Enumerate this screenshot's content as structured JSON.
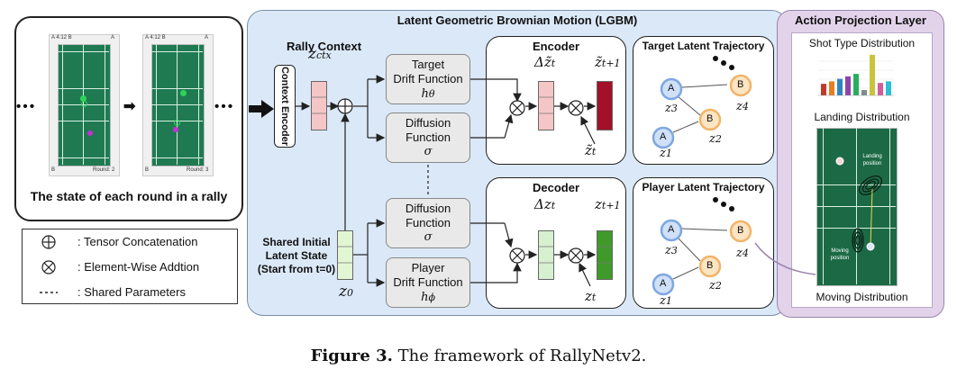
{
  "rally_panel": {
    "caption": "The state of each round in a rally",
    "ellipsis_left": "• • •",
    "ellipsis_right": "• • •",
    "court1": {
      "score": "A 4:12 B",
      "corner_tr": "A",
      "corner_bl": "B",
      "round": "Round: 2"
    },
    "court2": {
      "score": "A 4:12 B",
      "corner_tr": "A",
      "corner_bl": "B",
      "round": "Round: 3"
    }
  },
  "legend": {
    "items": [
      {
        "icon": "circle-plus-icon",
        "label": ": Tensor Concatenation"
      },
      {
        "icon": "circle-times-icon",
        "label": ": Element-Wise Addtion"
      },
      {
        "icon": "dashed-line-icon",
        "label": ": Shared Parameters"
      }
    ]
  },
  "lgbm": {
    "title": "Latent Geometric Brownian Motion (LGBM)",
    "rally_context": "Rally Context",
    "context_encoder": "Context Encoder",
    "z_ctx": "z",
    "z_ctx_sub": "ctx",
    "shared_state": [
      "Shared Initial",
      "Latent State",
      "(Start from t=0)"
    ],
    "z0": "z",
    "z0_sub": "0",
    "target_drift": [
      "Target",
      "Drift Function"
    ],
    "h_theta": "h",
    "h_theta_sub": "θ",
    "diffusion": [
      "Diffusion",
      "Function"
    ],
    "sigma": "σ",
    "player_drift": [
      "Player",
      "Drift Function"
    ],
    "h_phi": "h",
    "h_phi_sub": "ϕ",
    "encoder": {
      "title": "Encoder",
      "delta": "Δz̃",
      "delta_sub": "t",
      "next": "z̃",
      "next_sub": "t+1",
      "curr": "z̃",
      "curr_sub": "t"
    },
    "decoder": {
      "title": "Decoder",
      "delta": "Δz",
      "delta_sub": "t",
      "next": "z",
      "next_sub": "t+1",
      "curr": "z",
      "curr_sub": "t"
    },
    "target_traj": {
      "title": "Target Latent Trajectory",
      "labels": {
        "n1": "A",
        "n2": "B",
        "n3": "A",
        "n4": "B"
      },
      "zs": {
        "z1": "z",
        "z2": "z",
        "z3": "z",
        "z4": "z"
      },
      "subs": {
        "z1": "1",
        "z2": "2",
        "z3": "3",
        "z4": "4"
      }
    },
    "player_traj": {
      "title": "Player Latent Trajectory",
      "labels": {
        "n1": "A",
        "n2": "B",
        "n3": "A",
        "n4": "B"
      },
      "zs": {
        "z1": "z",
        "z2": "z",
        "z3": "z",
        "z4": "z"
      },
      "subs": {
        "z1": "1",
        "z2": "2",
        "z3": "3",
        "z4": "4"
      }
    }
  },
  "action_layer": {
    "title": "Action Projection Layer",
    "shot_type": "Shot Type Distribution",
    "landing": "Landing Distribution",
    "moving": "Moving Distribution",
    "landing_position": [
      "Landing",
      "position"
    ],
    "moving_position": [
      "Moving",
      "position"
    ],
    "bar_colors": [
      "#c0392b",
      "#e67e22",
      "#2e86c1",
      "#8e44ad",
      "#27ae60",
      "#7f8c8d",
      "#c9c43a",
      "#d35d9b",
      "#2cbfd6"
    ],
    "bar_values": [
      0.28,
      0.34,
      0.4,
      0.46,
      0.52,
      0.13,
      0.98,
      0.3,
      0.34
    ],
    "tick_labels": [
      "",
      "",
      "",
      "",
      "",
      "",
      "",
      "",
      ""
    ]
  },
  "caption": {
    "bold": "Figure 3.",
    "text": " The framework of RallyNetv2."
  }
}
